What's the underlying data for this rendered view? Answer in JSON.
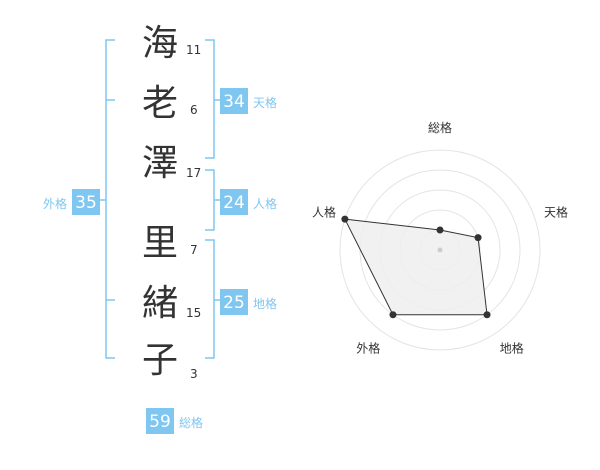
{
  "name_chars": [
    {
      "char": "海",
      "strokes": "11"
    },
    {
      "char": "老",
      "strokes": "6"
    },
    {
      "char": "澤",
      "strokes": "17"
    },
    {
      "char": "里",
      "strokes": "7"
    },
    {
      "char": "緒",
      "strokes": "15"
    },
    {
      "char": "子",
      "strokes": "3"
    }
  ],
  "fortunes": {
    "tenkaku": {
      "value": "34",
      "label": "天格"
    },
    "jinkaku": {
      "value": "24",
      "label": "人格"
    },
    "chikaku": {
      "value": "25",
      "label": "地格"
    },
    "gaikaku": {
      "value": "35",
      "label": "外格"
    },
    "soukaku": {
      "value": "59",
      "label": "総格"
    }
  },
  "colors": {
    "accent": "#7fc6f0",
    "text": "#333333"
  },
  "chart_data": {
    "type": "radar",
    "axes": [
      "総格",
      "天格",
      "地格",
      "外格",
      "人格"
    ],
    "range": [
      0,
      5
    ],
    "values": [
      1,
      2,
      4,
      4,
      5
    ]
  }
}
